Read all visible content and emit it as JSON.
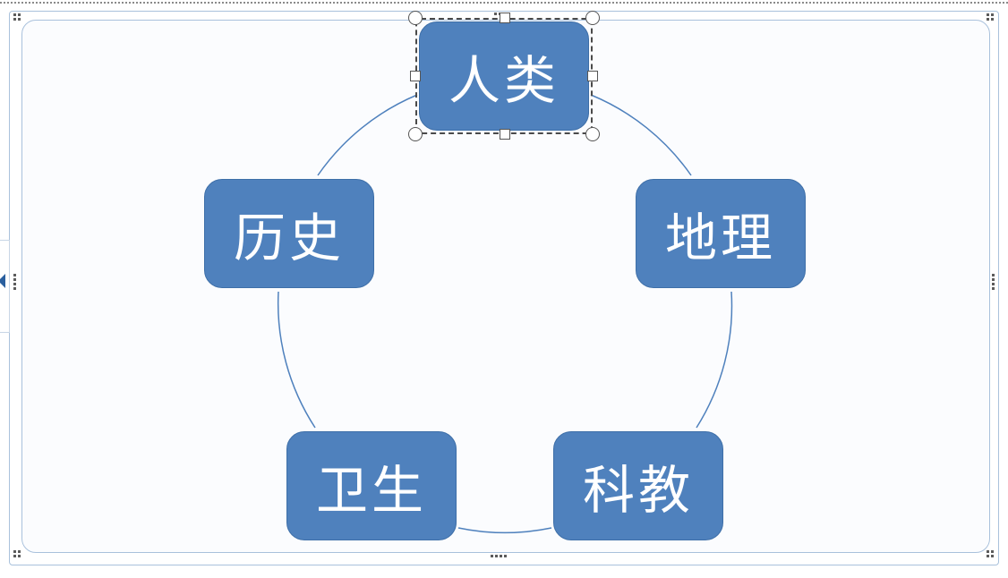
{
  "diagram": {
    "type": "cycle",
    "nodes": [
      {
        "id": "top",
        "label": "人类",
        "selected": true
      },
      {
        "id": "right",
        "label": "地理",
        "selected": false
      },
      {
        "id": "bottom-right",
        "label": "科教",
        "selected": false
      },
      {
        "id": "bottom-left",
        "label": "卫生",
        "selected": false
      },
      {
        "id": "left",
        "label": "历史",
        "selected": false
      }
    ],
    "colors": {
      "node_fill": "#4f81bd",
      "node_text": "#ffffff",
      "connector": "#4f81bd",
      "frame": "#a9c1dc"
    }
  }
}
